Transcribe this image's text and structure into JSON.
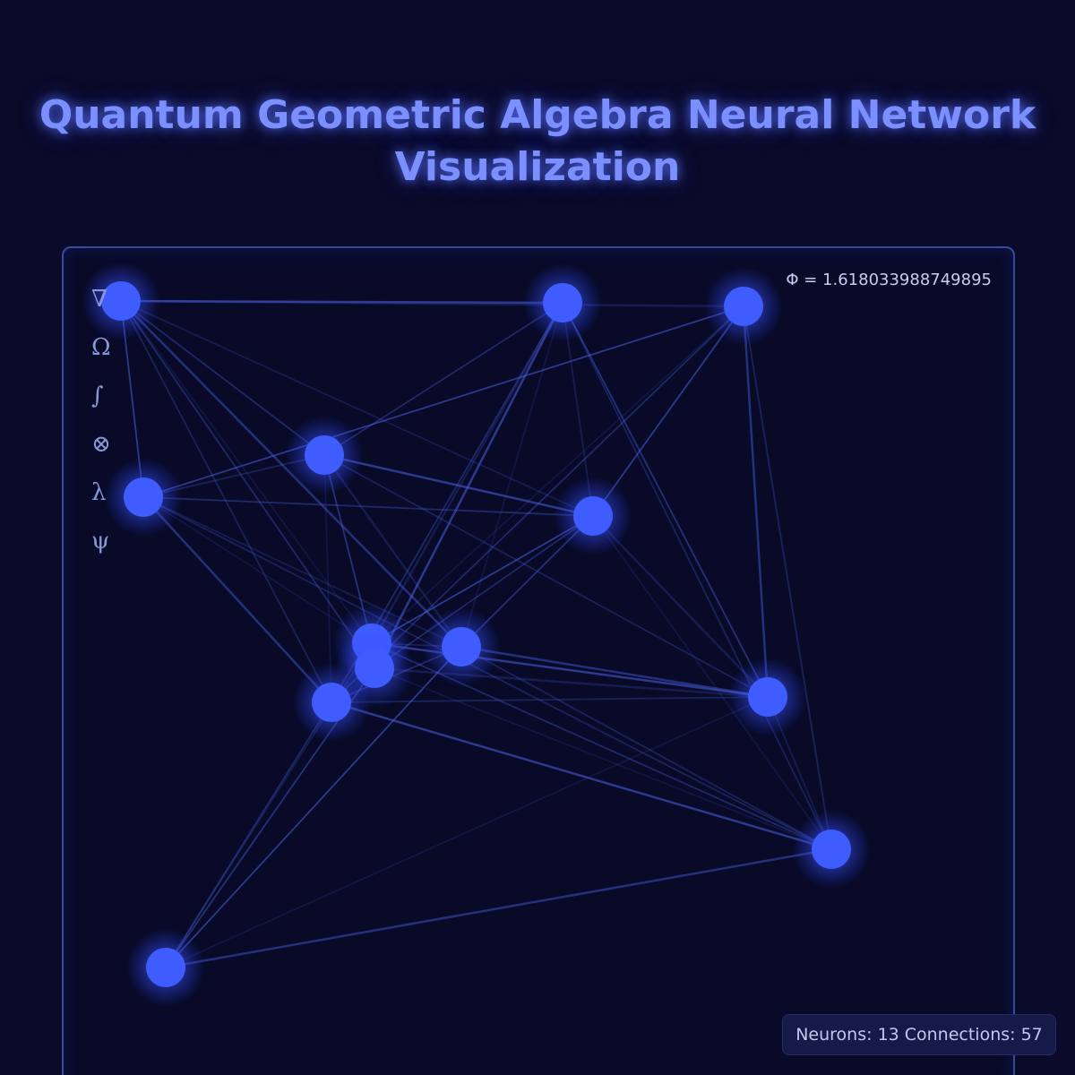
{
  "title_line1": "Quantum Geometric Algebra Neural Network",
  "title_line2": "Visualization",
  "phi_readout": "Φ = 1.618033988749895",
  "symbols": [
    "∇",
    "Ω",
    "∫",
    "⊗",
    "λ",
    "ψ"
  ],
  "stats": {
    "neurons_label": "Neurons: 13",
    "connections_label": "Connections: 57"
  },
  "colors": {
    "background": "#0a0a2a",
    "neuron": "#3f5cff",
    "connection": "#4a60e0",
    "title": "#7b8fff"
  }
}
